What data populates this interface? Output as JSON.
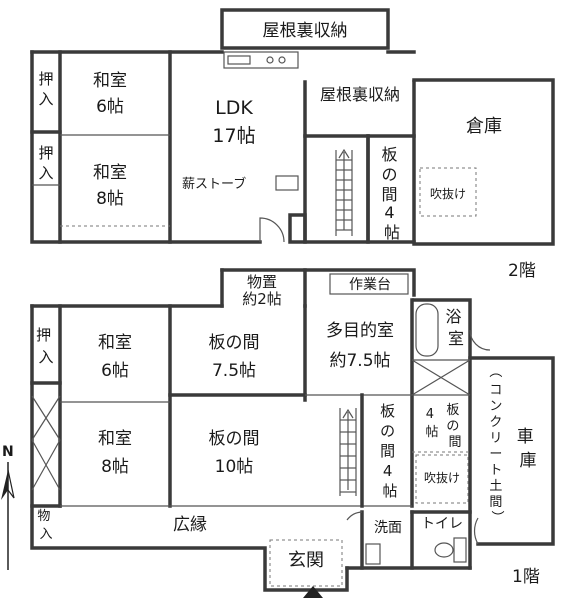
{
  "floor2": {
    "level_label": "2階",
    "attic_top": "屋根裏収納",
    "attic_mid": "屋根裏収納",
    "oshiire_1": "押入",
    "oshiire_2": "押入",
    "washitsu_a": "和室",
    "washitsu_a_size": "6帖",
    "washitsu_b": "和室",
    "washitsu_b_size": "8帖",
    "ldk": "LDK",
    "ldk_size": "17帖",
    "stove": "薪ストーブ",
    "itanoma": "板の間4帖",
    "souko": "倉庫",
    "fukinuke": "吹抜け"
  },
  "floor1": {
    "level_label": "1階",
    "monooki": "物置",
    "monooki_size": "約2帖",
    "sagyoudai": "作業台",
    "tamokuteki": "多目的室",
    "tamokuteki_size": "約7.5帖",
    "yokushitsu": "浴室",
    "oshiire": "押入",
    "washitsu_a": "和室",
    "washitsu_a_size": "6帖",
    "itanoma_a": "板の間",
    "itanoma_a_size": "7.5帖",
    "washitsu_b": "和室",
    "washitsu_b_size": "8帖",
    "itanoma_b": "板の間",
    "itanoma_b_size": "10帖",
    "itanoma_c": "板の間4帖",
    "itanoma_d": "板の間",
    "itanoma_d_size": "4帖",
    "fukinuke": "吹抜け",
    "shako": "車庫",
    "shako_note": "（コンクリート土間）",
    "monoire": "物入",
    "hiroen": "広縁",
    "senmen": "洗面",
    "toilet": "トイレ",
    "genkan": "玄関"
  },
  "compass": {
    "north": "N"
  }
}
